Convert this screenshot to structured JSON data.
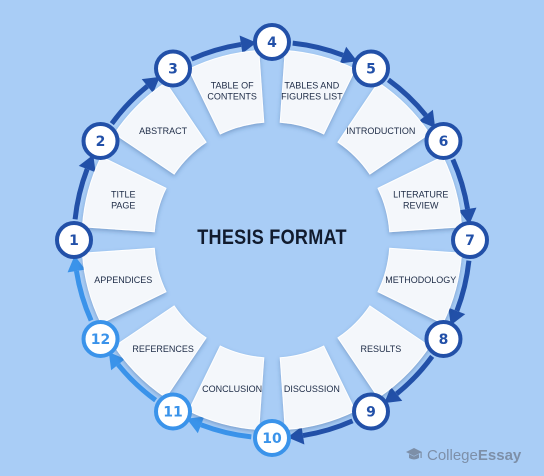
{
  "title": "THESIS FORMAT",
  "brand": {
    "part1": "College",
    "part2": "Essay"
  },
  "colors": {
    "background": "#a9cdf6",
    "ring": "#2250a8",
    "ring_light": "#3a93ea",
    "segment": "#f4f7fb"
  },
  "steps": [
    {
      "number": "1",
      "label_lines": [
        "TITLE",
        "PAGE"
      ]
    },
    {
      "number": "2",
      "label_lines": [
        "ABSTRACT"
      ]
    },
    {
      "number": "3",
      "label_lines": [
        "TABLE OF",
        "CONTENTS"
      ]
    },
    {
      "number": "4",
      "label_lines": [
        "TABLES AND",
        "FIGURES LIST"
      ]
    },
    {
      "number": "5",
      "label_lines": [
        "INTRODUCTION"
      ]
    },
    {
      "number": "6",
      "label_lines": [
        "LITERATURE",
        "REVIEW"
      ]
    },
    {
      "number": "7",
      "label_lines": [
        "METHODOLOGY"
      ]
    },
    {
      "number": "8",
      "label_lines": [
        "RESULTS"
      ]
    },
    {
      "number": "9",
      "label_lines": [
        "DISCUSSION"
      ]
    },
    {
      "number": "10",
      "label_lines": [
        "CONCLUSION"
      ]
    },
    {
      "number": "11",
      "label_lines": [
        "REFERENCES"
      ]
    },
    {
      "number": "12",
      "label_lines": [
        "APPENDICES"
      ]
    }
  ]
}
